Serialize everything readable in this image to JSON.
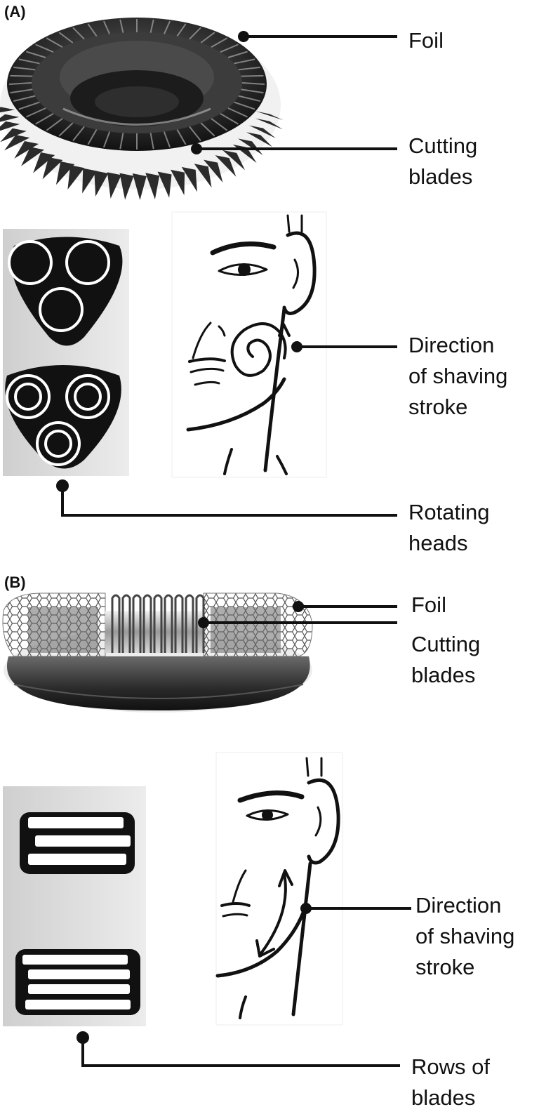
{
  "panel_a": {
    "label": "(A)",
    "callouts": {
      "foil": [
        "Foil"
      ],
      "cutting_blades": [
        "Cutting",
        "blades"
      ],
      "direction": [
        "Direction",
        "of shaving",
        "stroke"
      ],
      "rotating_heads": [
        "Rotating",
        "heads"
      ]
    }
  },
  "panel_b": {
    "label": "(B)",
    "callouts": {
      "foil": [
        "Foil"
      ],
      "cutting_blades": [
        "Cutting",
        "blades"
      ],
      "direction": [
        "Direction",
        "of shaving",
        "stroke"
      ],
      "rows_of_blades": [
        "Rows of",
        "blades"
      ]
    }
  },
  "colors": {
    "ink": "#111111",
    "panel_bg": "#d9d9d9",
    "foil_dark": "#3a3a3a",
    "metal": "#8a8a8a"
  }
}
